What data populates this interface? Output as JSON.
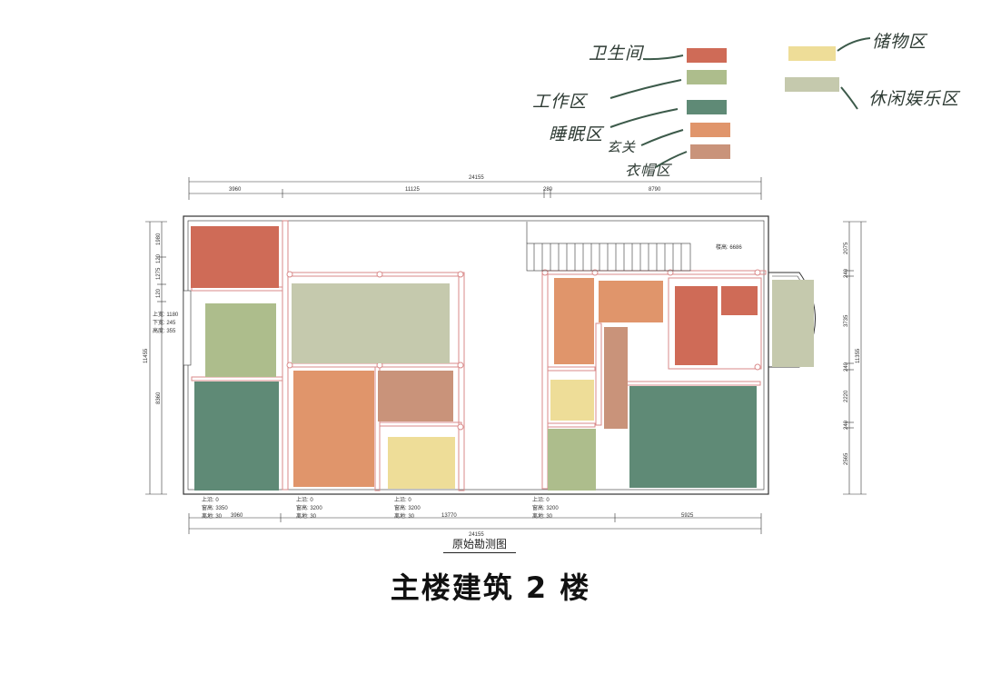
{
  "legend": {
    "items": [
      {
        "label": "卫生间",
        "color": "#cf6b57"
      },
      {
        "label": "工作区",
        "color": "#adbd8c"
      },
      {
        "label": "睡眠区",
        "color": "#5f8a76"
      },
      {
        "label": "玄关",
        "color": "#e0956b"
      },
      {
        "label": "衣帽区",
        "color": "#c9937a"
      },
      {
        "label": "储物区",
        "color": "#eedd98"
      },
      {
        "label": "休闲娱乐区",
        "color": "#c5c9ad"
      }
    ]
  },
  "dimensions": {
    "top_total": "24155",
    "top_segments": [
      "3960",
      "11125",
      "280",
      "8790"
    ],
    "bottom_total": "24155",
    "bottom_segments": [
      "3960",
      "13770",
      "5925"
    ],
    "left_total": "11455",
    "left_segments": [
      "1980",
      "120",
      "1275",
      "120",
      "8360"
    ],
    "right_total": "11355",
    "right_segments": [
      "2075",
      "240",
      "3735",
      "240",
      "2220",
      "240",
      "2565"
    ],
    "stair_note": "楼高: 6686"
  },
  "notes": {
    "left_window": [
      "上宽: 1180",
      "下宽: 245",
      "高度: 355"
    ],
    "bottom_notes": [
      [
        "上沿: 0",
        "窗高: 3350",
        "离地: 30"
      ],
      [
        "上沿: 0",
        "窗高: 3200",
        "离地: 30"
      ],
      [
        "上沿: 0",
        "窗高: 3200",
        "离地: 30"
      ],
      [
        "上沿: 0",
        "窗高: 3200",
        "离地: 30"
      ]
    ]
  },
  "caption": "原始勘测图",
  "title": "主楼建筑 2 楼"
}
